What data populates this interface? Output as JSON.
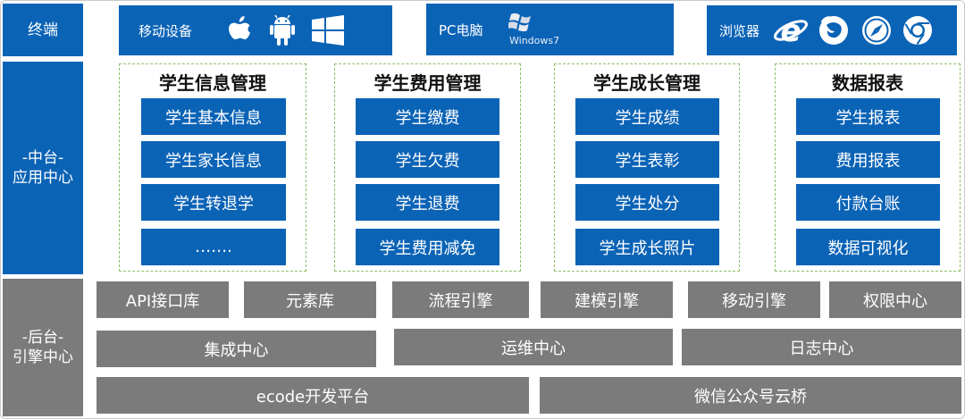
{
  "rows": {
    "terminal": "终端",
    "middle": [
      "-中台-",
      "应用中心"
    ],
    "backend": [
      "-后台-",
      "引擎中心"
    ]
  },
  "clients": [
    {
      "label": "移动设备",
      "icons": [
        "apple-icon",
        "android-icon",
        "windows-icon"
      ]
    },
    {
      "label": "PC电脑",
      "icons": [
        "windows-flag-icon"
      ],
      "badge": "Windows7"
    },
    {
      "label": "浏览器",
      "icons": [
        "ie-icon",
        "firefox-icon",
        "safari-icon",
        "chrome-icon"
      ]
    }
  ],
  "modules": [
    {
      "title": "学生信息管理",
      "items": [
        "学生基本信息",
        "学生家长信息",
        "学生转退学",
        "……."
      ]
    },
    {
      "title": "学生费用管理",
      "items": [
        "学生缴费",
        "学生欠费",
        "学生退费",
        "学生费用减免"
      ]
    },
    {
      "title": "学生成长管理",
      "items": [
        "学生成绩",
        "学生表彰",
        "学生处分",
        "学生成长照片"
      ]
    },
    {
      "title": "数据报表",
      "items": [
        "学生报表",
        "费用报表",
        "付款台账",
        "数据可视化"
      ]
    }
  ],
  "engines": {
    "row1": [
      "API接口库",
      "元素库",
      "流程引擎",
      "建模引擎",
      "移动引擎",
      "权限中心"
    ],
    "row2": [
      "集成中心",
      "运维中心",
      "日志中心"
    ],
    "row3": [
      "ecode开发平台",
      "微信公众号云桥"
    ]
  },
  "colors": {
    "blue": "#0b63b6",
    "gray": "#7b7b7b",
    "dashed": "#8fbf6a"
  }
}
